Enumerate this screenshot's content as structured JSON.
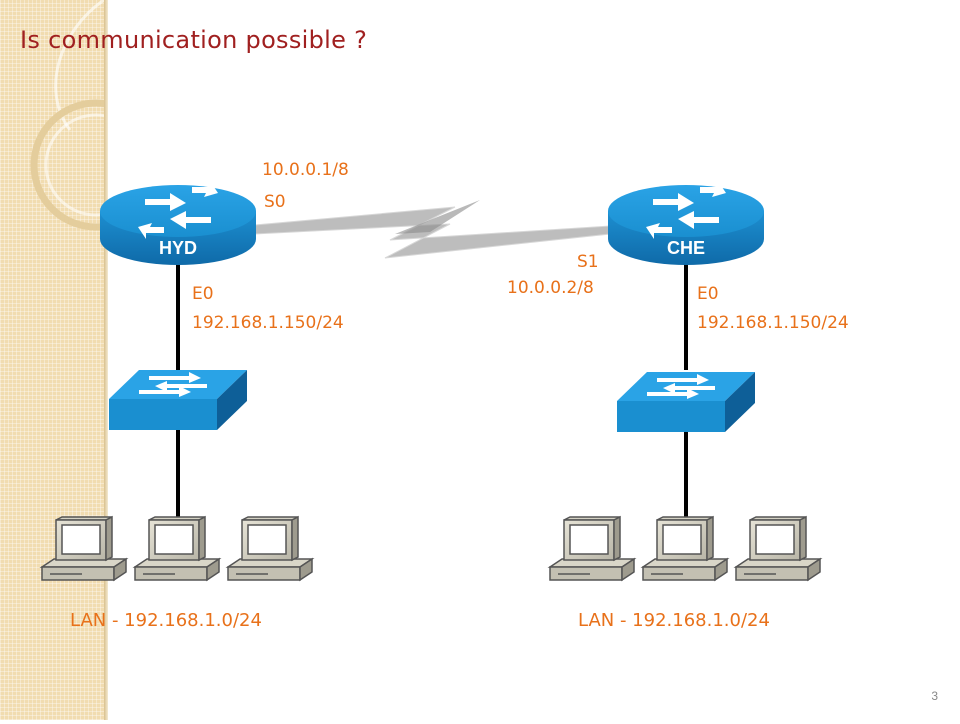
{
  "slide": {
    "title": "Is communication possible ?",
    "page_number": "3"
  },
  "routers": [
    {
      "name": "HYD",
      "serial_iface": "S0",
      "serial_ip": "10.0.0.1/8",
      "eth_iface": "E0",
      "eth_ip": "192.168.1.150/24",
      "lan": "LAN - 192.168.1.0/24"
    },
    {
      "name": "CHE",
      "serial_iface": "S1",
      "serial_ip": "10.0.0.2/8",
      "eth_iface": "E0",
      "eth_ip": "192.168.1.150/24",
      "lan": "LAN - 192.168.1.0/24"
    }
  ],
  "colors": {
    "title": "#a02020",
    "labels": "#e8711a",
    "device_blue": "#1a8fd0",
    "sidebar": "#f1dcb0"
  },
  "icons": [
    "router-icon",
    "switch-icon",
    "serial-link-icon",
    "computer-icon"
  ]
}
